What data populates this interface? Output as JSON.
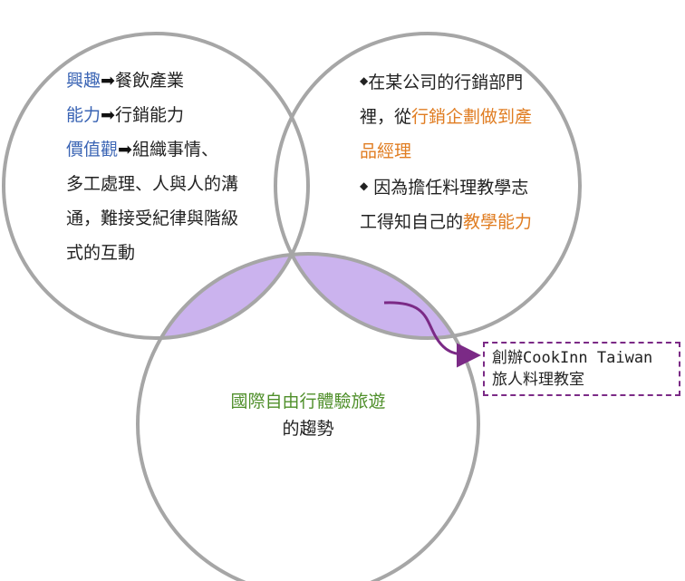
{
  "colors": {
    "circle_stroke": "#a6a6a6",
    "intersection_fill": "#cbb3ee",
    "keyword_blue": "#3a64b4",
    "keyword_orange": "#e07d22",
    "center_green": "#4f8f2a",
    "callout_border": "#7b2a86",
    "connector": "#7b2a86"
  },
  "left_circle": {
    "line1": {
      "key": "興趣",
      "arrow": "➡",
      "text": "餐飲產業"
    },
    "line2": {
      "key": "能力",
      "arrow": "➡",
      "text": "行銷能力"
    },
    "line3": {
      "key": "價值觀",
      "arrow": "➡",
      "text": "組織事情、"
    },
    "line4": "多工處理、人與人的溝",
    "line5": "通，難接受紀律與階級",
    "line6": "式的互動"
  },
  "right_circle": {
    "bullet1": "◆",
    "line1": "在某公司的行銷部門",
    "line2_plain": "裡，從",
    "line2_highlight": "行銷企劃做到產",
    "line3_highlight": "品經理",
    "bullet2": "◆",
    "line4": " 因為擔任料理教學志",
    "line5_plain": "工得知自己的",
    "line5_highlight": "教學能力"
  },
  "bottom_circle": {
    "line1": "國際自由行體驗旅遊",
    "line2": "的趨勢"
  },
  "callout": {
    "line1": "創辦CookInn Taiwan",
    "line2": "旅人料理教室"
  }
}
